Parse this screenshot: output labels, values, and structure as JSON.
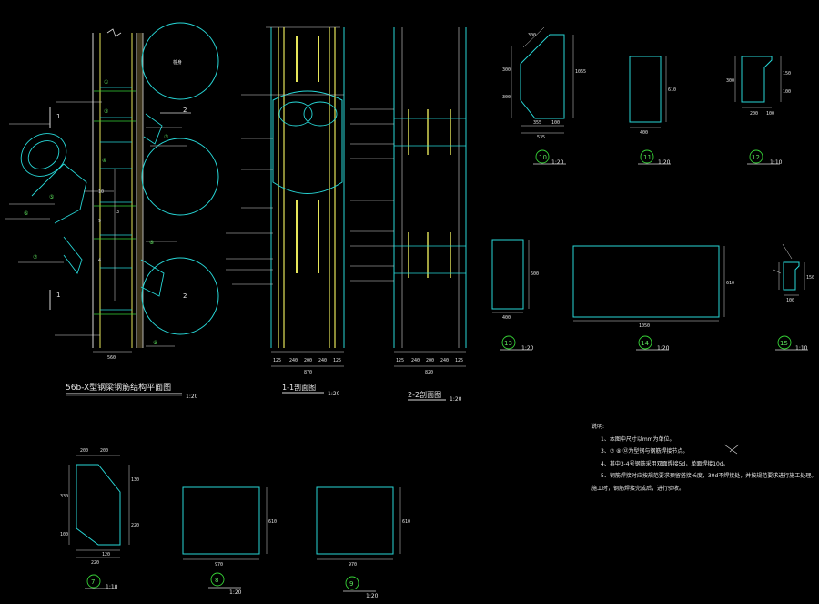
{
  "titles": {
    "plan": "56b-X型钢梁钢筋结构平面图",
    "plan_scale": "1:20",
    "section11": "1-1剖面图",
    "section11_scale": "1:20",
    "section22": "2-2剖面图",
    "section22_scale": "1:20"
  },
  "plan": {
    "section_mark_1": "1",
    "section_mark_2": "2",
    "pile_label": "桩身",
    "dim_bottom": "560",
    "dims_vertical": [
      "10",
      "9",
      "4",
      "3"
    ],
    "callouts": [
      "①",
      "②",
      "③",
      "④",
      "⑤",
      "⑥",
      "⑦",
      "⑧",
      "⑨"
    ]
  },
  "section11": {
    "bottom_dims": [
      "125",
      "240",
      "200",
      "240",
      "125"
    ],
    "total": "870"
  },
  "section22": {
    "bottom_dims": [
      "125",
      "240",
      "200",
      "240",
      "125"
    ],
    "total": "820"
  },
  "details": [
    {
      "id": "10",
      "scale": "1:20",
      "dims": [
        "300",
        "300",
        "300",
        "1065",
        "355",
        "100",
        "535"
      ]
    },
    {
      "id": "11",
      "scale": "1:20",
      "dims": [
        "610",
        "400"
      ]
    },
    {
      "id": "12",
      "scale": "1:10",
      "dims": [
        "300",
        "150",
        "100",
        "200",
        "100"
      ]
    },
    {
      "id": "13",
      "scale": "1:20",
      "dims": [
        "600",
        "400"
      ]
    },
    {
      "id": "14",
      "scale": "1:20",
      "dims": [
        "1050",
        "610"
      ]
    },
    {
      "id": "15",
      "scale": "1:10",
      "dims": [
        "150",
        "100"
      ]
    },
    {
      "id": "7",
      "scale": "1:10",
      "dims": [
        "200",
        "200",
        "330",
        "130",
        "220",
        "220",
        "100",
        "120"
      ]
    },
    {
      "id": "8",
      "scale": "1:20",
      "dims": [
        "970",
        "610"
      ]
    },
    {
      "id": "9",
      "scale": "1:20",
      "dims": [
        "970",
        "610"
      ]
    }
  ],
  "notes": {
    "heading": "说明:",
    "lines": [
      "1、本图中尺寸以mm为单位。",
      "3、⑦ ⑧ ⑫为型钢与钢筋焊接节点。",
      "4、其中3-4号钢筋采用双面焊接5d，单面焊接10d。",
      "5、钢筋焊接时应按规范要求预留搭接长度，30d不焊接处，并按规范要求进行施工处理。",
      "施工时，钢筋焊接完成后，进行验收。"
    ]
  },
  "colors": {
    "cyan": "#27d6d6",
    "yellow": "#e6e65a",
    "green": "#36d236",
    "white": "#d8d8d8",
    "red": "#d83a3a"
  }
}
